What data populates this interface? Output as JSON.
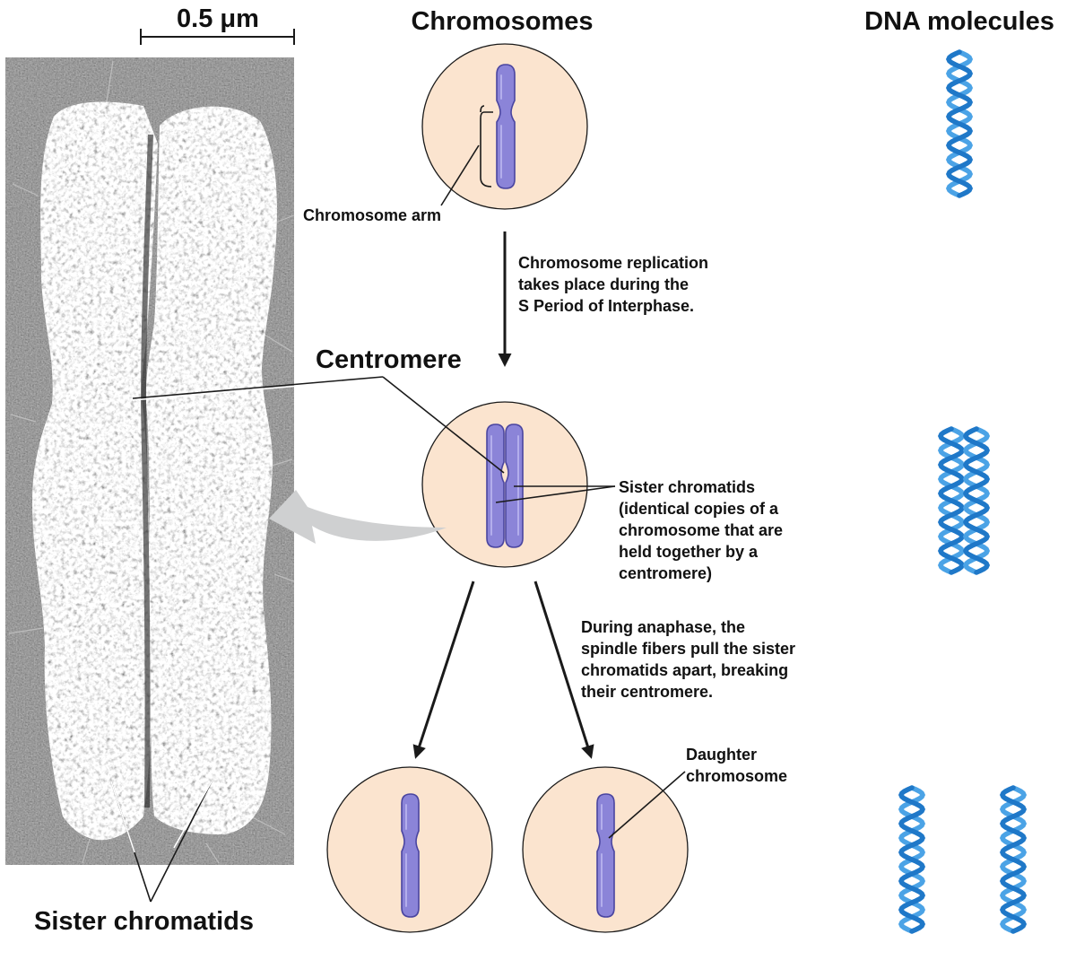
{
  "scale_bar": {
    "label": "0.5 μm"
  },
  "headers": {
    "chromosomes": "Chromosomes",
    "dna": "DNA molecules"
  },
  "labels": {
    "chromosome_arm": "Chromosome arm",
    "replication": [
      "Chromosome replication",
      "takes place during the",
      "S Period of Interphase."
    ],
    "centromere": "Centromere",
    "sister_chromatids_note": [
      "Sister chromatids",
      "(identical copies of a",
      "chromosome that are",
      "held together by a",
      "centromere)"
    ],
    "anaphase": [
      "During anaphase, the",
      "spindle fibers pull the sister",
      "chromatids apart, breaking",
      "their centromere."
    ],
    "daughter": [
      "Daughter",
      "chromosome"
    ],
    "sister_chromatids_photo": "Sister chromatids"
  },
  "colors": {
    "cell_fill": "#fbe4cf",
    "chromosome_fill": "#8b84d8",
    "dna_strand": "#1f78c8",
    "photo_background": "#1e1e1e",
    "curved_arrow": "#cfd0d1"
  }
}
